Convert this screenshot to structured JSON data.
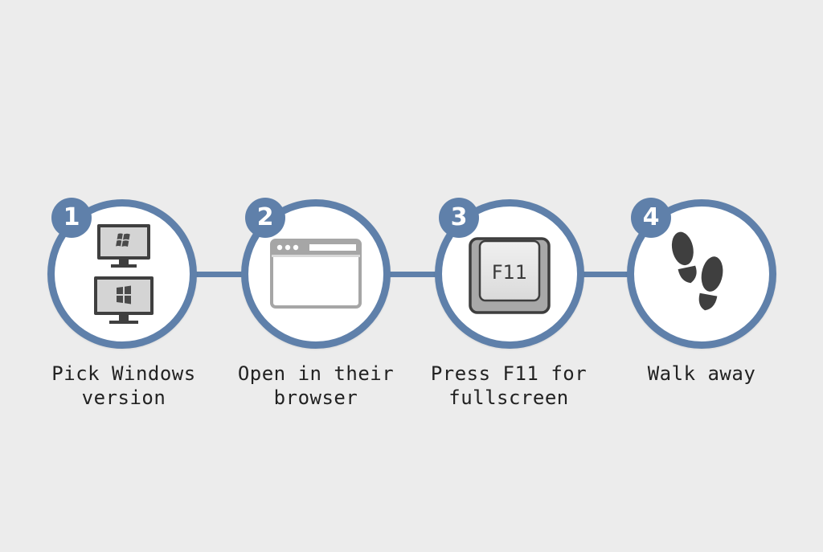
{
  "diagram": {
    "title": "",
    "colors": {
      "accent": "#5f80aa",
      "background": "#ececec",
      "circle_fill": "#ffffff",
      "icon": "#3f3f3f",
      "text": "#222222"
    },
    "steps": [
      {
        "number": "1",
        "icon": "windows-monitors-icon",
        "label_line1": "Pick Windows",
        "label_line2": "version"
      },
      {
        "number": "2",
        "icon": "browser-window-icon",
        "label_line1": "Open in their",
        "label_line2": "browser"
      },
      {
        "number": "3",
        "icon": "f11-key-icon",
        "key_label": "F11",
        "label_line1": "Press F11 for",
        "label_line2": "fullscreen"
      },
      {
        "number": "4",
        "icon": "footprints-icon",
        "label_line1": "Walk away",
        "label_line2": ""
      }
    ]
  }
}
